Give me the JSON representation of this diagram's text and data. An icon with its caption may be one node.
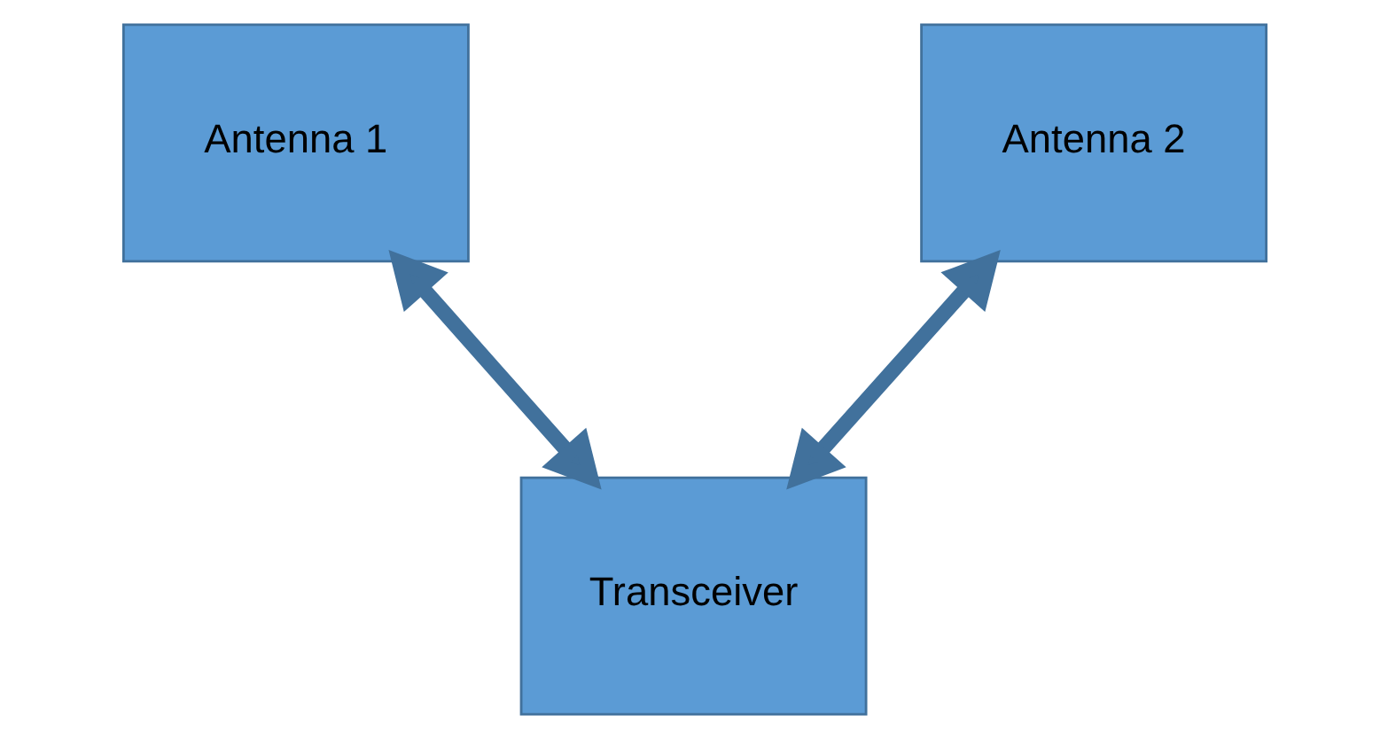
{
  "diagram": {
    "nodes": [
      {
        "text": [
          "Antenna 1"
        ]
      },
      {
        "text": [
          "Antenna 2"
        ]
      },
      {
        "text": [
          "Transceiver"
        ]
      }
    ],
    "edges": [
      {
        "from": 2,
        "to": 0,
        "arrow": "both"
      },
      {
        "from": 2,
        "to": 1,
        "arrow": "both"
      }
    ]
  }
}
